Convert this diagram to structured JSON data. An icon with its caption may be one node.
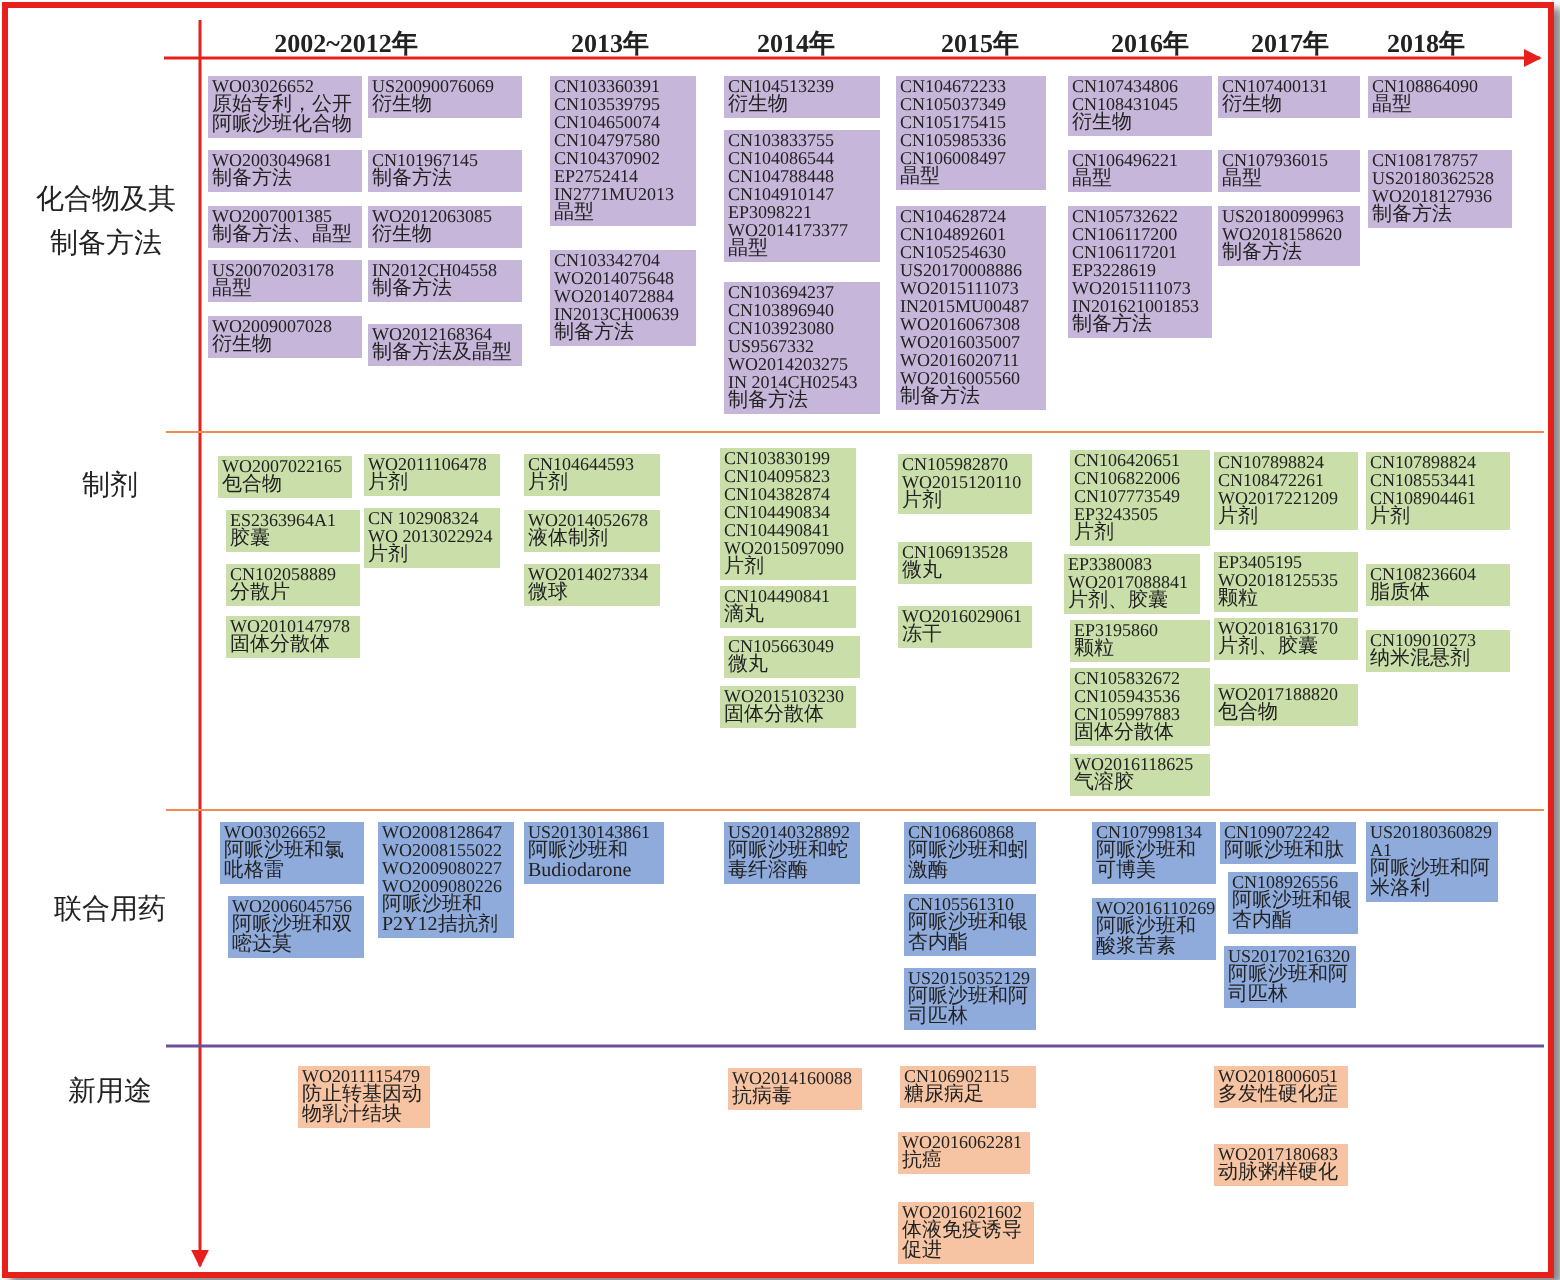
{
  "diagram": {
    "nodes": [
      {
        "text": [
          "WO03026652",
          "原始专利，公开阿哌沙班化合物"
        ]
      },
      {
        "text": [
          "WO2003049681",
          "制备方法"
        ]
      },
      {
        "text": [
          "WO2007001385",
          "制备方法、晶型"
        ]
      },
      {
        "text": [
          "US20070203178",
          "晶型"
        ]
      },
      {
        "text": [
          "WO2009007028",
          "衍生物"
        ]
      },
      {
        "text": [
          "US20090076069",
          "衍生物"
        ]
      },
      {
        "text": [
          "CN101967145",
          "制备方法"
        ]
      },
      {
        "text": [
          "WO2012063085",
          "衍生物"
        ]
      },
      {
        "text": [
          "IN2012CH04558",
          "制备方法"
        ]
      },
      {
        "text": [
          "WO2012168364",
          "制备方法及晶型"
        ]
      },
      {
        "text": [
          "CN103360391",
          "CN103539795",
          "CN104650074",
          "CN104797580",
          "CN104370902",
          "EP2752414",
          "IN2771MU2013",
          "晶型"
        ]
      },
      {
        "text": [
          "CN103342704",
          "WO2014075648",
          "WO2014072884",
          "IN2013CH00639",
          "制备方法"
        ]
      },
      {
        "text": [
          "CN104513239",
          "衍生物"
        ]
      },
      {
        "text": [
          "CN103833755",
          "CN104086544",
          "CN104788448",
          "CN104910147",
          "EP3098221",
          "WO2014173377",
          "晶型"
        ]
      },
      {
        "text": [
          "CN103694237",
          "CN103896940",
          "CN103923080",
          "US9567332",
          "WO2014203275",
          "IN 2014CH02543",
          "制备方法"
        ]
      },
      {
        "text": [
          "CN104672233",
          "CN105037349",
          "CN105175415",
          "CN105985336",
          "CN106008497",
          "晶型"
        ]
      },
      {
        "text": [
          "CN104628724",
          "CN104892601",
          "CN105254630",
          "US20170008886",
          "WO2015111073",
          "IN2015MU00487",
          "WO2016067308",
          "WO2016035007",
          "WO2016020711",
          "WO2016005560",
          "制备方法"
        ]
      },
      {
        "text": [
          "CN107434806",
          "CN108431045",
          "衍生物"
        ]
      },
      {
        "text": [
          "CN106496221",
          "晶型"
        ]
      },
      {
        "text": [
          "CN105732622",
          "CN106117200",
          "CN106117201",
          "EP3228619",
          "WO2015111073",
          "IN201621001853",
          "制备方法"
        ]
      },
      {
        "text": [
          "CN107400131",
          "衍生物"
        ]
      },
      {
        "text": [
          "CN107936015",
          "晶型"
        ]
      },
      {
        "text": [
          "US20180099963",
          "WO2018158620",
          "制备方法"
        ]
      },
      {
        "text": [
          "CN108864090",
          "晶型"
        ]
      },
      {
        "text": [
          "CN108178757",
          "US20180362528",
          "WO2018127936",
          "制备方法"
        ]
      },
      {
        "text": [
          "WO2007022165",
          "包合物"
        ]
      },
      {
        "text": [
          "ES2363964A1",
          "胶囊"
        ]
      },
      {
        "text": [
          "CN102058889",
          "分散片"
        ]
      },
      {
        "text": [
          "WO2010147978",
          "固体分散体"
        ]
      },
      {
        "text": [
          "WO2011106478",
          "片剂"
        ]
      },
      {
        "text": [
          "CN 102908324",
          "WO 2013022924",
          "片剂"
        ]
      },
      {
        "text": [
          "CN104644593",
          "片剂"
        ]
      },
      {
        "text": [
          "WO2014052678",
          "液体制剂"
        ]
      },
      {
        "text": [
          "WO2014027334",
          "微球"
        ]
      },
      {
        "text": [
          "CN103830199",
          "CN104095823",
          "CN104382874",
          "CN104490834",
          "CN104490841",
          "WO2015097090",
          "片剂"
        ]
      },
      {
        "text": [
          "CN104490841",
          "滴丸"
        ]
      },
      {
        "text": [
          "CN105663049",
          "微丸"
        ]
      },
      {
        "text": [
          "WO2015103230",
          "固体分散体"
        ]
      },
      {
        "text": [
          "CN105982870",
          "WO2015120110",
          "片剂"
        ]
      },
      {
        "text": [
          "CN106913528",
          "微丸"
        ]
      },
      {
        "text": [
          "WO2016029061",
          "冻干"
        ]
      },
      {
        "text": [
          "CN106420651",
          "CN106822006",
          "CN107773549",
          "EP3243505",
          "片剂"
        ]
      },
      {
        "text": [
          "EP3380083",
          "WO2017088841",
          "片剂、胶囊"
        ]
      },
      {
        "text": [
          "EP3195860",
          "颗粒"
        ]
      },
      {
        "text": [
          "CN105832672",
          "CN105943536",
          "CN105997883",
          "固体分散体"
        ]
      },
      {
        "text": [
          "WO2016118625",
          "气溶胶"
        ]
      },
      {
        "text": [
          "CN107898824",
          "CN108472261",
          "WO2017221209",
          "片剂"
        ]
      },
      {
        "text": [
          "EP3405195",
          "WO2018125535",
          "颗粒"
        ]
      },
      {
        "text": [
          "WO2018163170",
          "片剂、胶囊"
        ]
      },
      {
        "text": [
          "WO2017188820",
          "包合物"
        ]
      },
      {
        "text": [
          "CN107898824",
          "CN108553441",
          "CN108904461",
          "片剂"
        ]
      },
      {
        "text": [
          "CN108236604",
          "脂质体"
        ]
      },
      {
        "text": [
          "CN109010273",
          "纳米混悬剂"
        ]
      },
      {
        "text": [
          "WO03026652",
          "阿哌沙班和氯吡格雷"
        ]
      },
      {
        "text": [
          "WO2006045756",
          "阿哌沙班和双嘧达莫"
        ]
      },
      {
        "text": [
          "WO2008128647",
          "WO2008155022",
          "WO2009080227",
          "WO2009080226",
          "阿哌沙班和P2Y12拮抗剂"
        ]
      },
      {
        "text": [
          "US20130143861",
          "阿哌沙班和Budiodarone"
        ]
      },
      {
        "text": [
          "US20140328892",
          "阿哌沙班和蛇毒纤溶酶"
        ]
      },
      {
        "text": [
          "CN106860868",
          "阿哌沙班和蚓激酶"
        ]
      },
      {
        "text": [
          "CN105561310",
          "阿哌沙班和银杏内酯"
        ]
      },
      {
        "text": [
          "US20150352129",
          "阿哌沙班和阿司匹林"
        ]
      },
      {
        "text": [
          "CN107998134",
          "阿哌沙班和可博美"
        ]
      },
      {
        "text": [
          "WO2016110269",
          "阿哌沙班和酸浆苦素"
        ]
      },
      {
        "text": [
          "CN109072242",
          "阿哌沙班和肽"
        ]
      },
      {
        "text": [
          "CN108926556",
          "阿哌沙班和银杏内酯"
        ]
      },
      {
        "text": [
          "US20170216320",
          "阿哌沙班和阿司匹林"
        ]
      },
      {
        "text": [
          "US20180360829 A1",
          "阿哌沙班和阿米洛利"
        ]
      },
      {
        "text": [
          "WO2011115479",
          "防止转基因动物乳汁结块"
        ]
      },
      {
        "text": [
          "WO2014160088",
          "抗病毒"
        ]
      },
      {
        "text": [
          "CN106902115",
          "糖尿病足"
        ]
      },
      {
        "text": [
          "WO2016062281",
          "抗癌"
        ]
      },
      {
        "text": [
          "WO2016021602",
          "体液免疫诱导促进"
        ]
      },
      {
        "text": [
          "WO2018006051",
          "多发性硬化症"
        ]
      },
      {
        "text": [
          "WO2017180683",
          "动脉粥样硬化"
        ]
      }
    ],
    "labels": [
      "2002~2012年",
      "2013年",
      "2014年",
      "2015年",
      "2016年",
      "2017年",
      "2018年",
      "化合物及其制备方法",
      "制剂",
      "联合用药",
      "新用途"
    ]
  }
}
